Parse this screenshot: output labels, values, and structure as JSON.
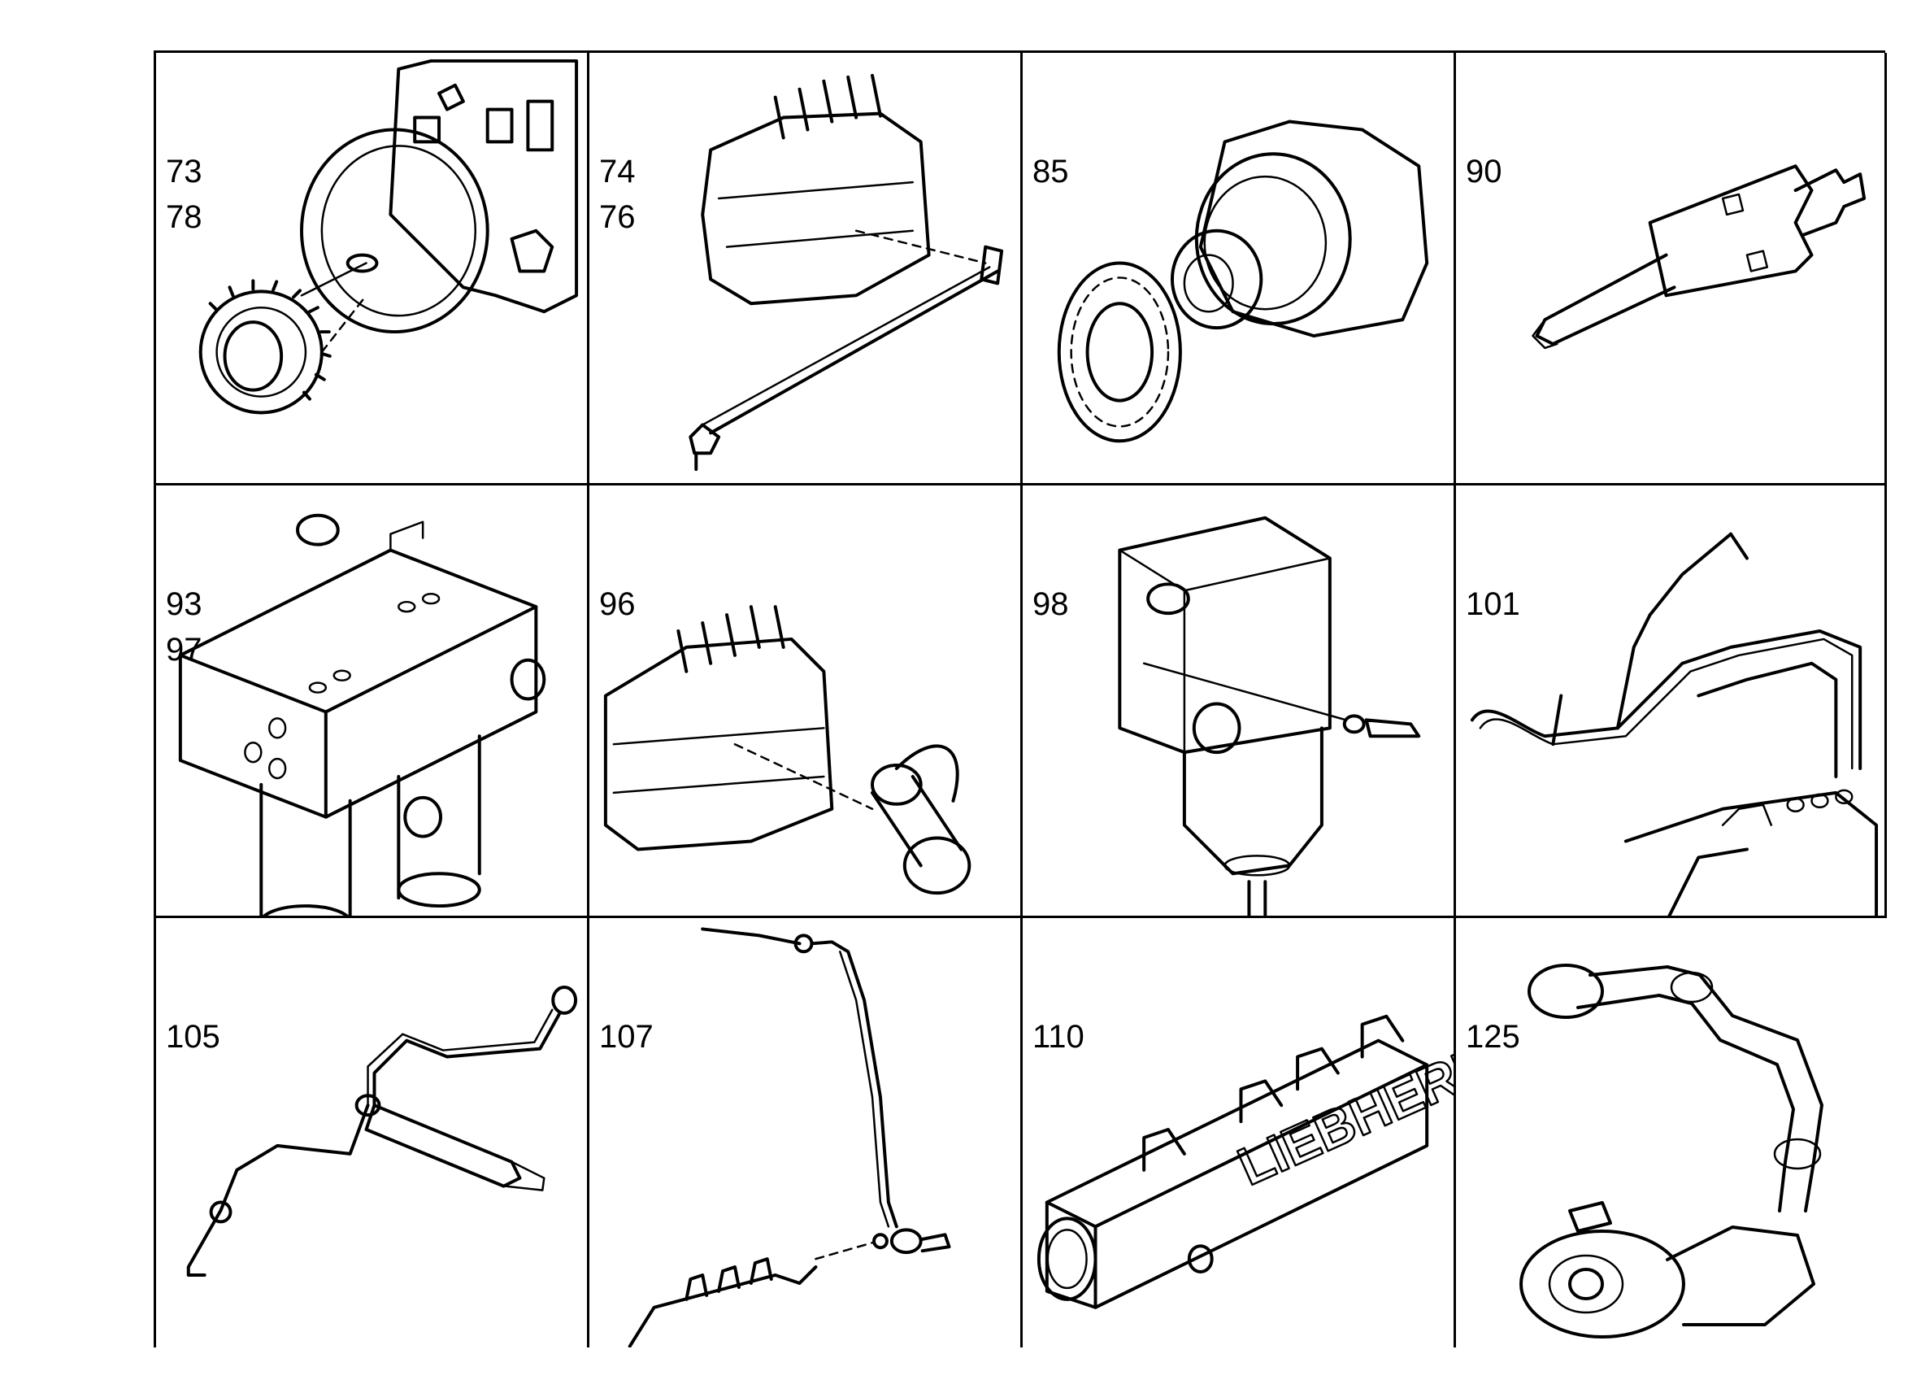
{
  "cells": [
    {
      "labels": [
        "73",
        "78"
      ],
      "icon": "injection-pump-drive-gear-icon"
    },
    {
      "labels": [
        "74",
        "76"
      ],
      "icon": "injection-pump-fuel-line-icon"
    },
    {
      "labels": [
        "85"
      ],
      "icon": "pump-drive-flange-gear-icon"
    },
    {
      "labels": [
        "90"
      ],
      "icon": "injector-nozzle-holder-icon"
    },
    {
      "labels": [
        "93",
        "97"
      ],
      "icon": "distributor-block-icon"
    },
    {
      "labels": [
        "96"
      ],
      "icon": "injection-pump-banjo-fitting-icon"
    },
    {
      "labels": [
        "98"
      ],
      "icon": "fuel-filter-water-separator-icon"
    },
    {
      "labels": [
        "101"
      ],
      "icon": "injection-lines-bundle-icon"
    },
    {
      "labels": [
        "105"
      ],
      "icon": "injector-leak-off-line-icon"
    },
    {
      "labels": [
        "107"
      ],
      "icon": "fuel-return-line-icon"
    },
    {
      "labels": [
        "110"
      ],
      "icon": "intake-manifold-icon"
    },
    {
      "labels": [
        "125"
      ],
      "icon": "turbocharger-hose-icon"
    }
  ],
  "manifold_lettering": "LIEBHERR"
}
